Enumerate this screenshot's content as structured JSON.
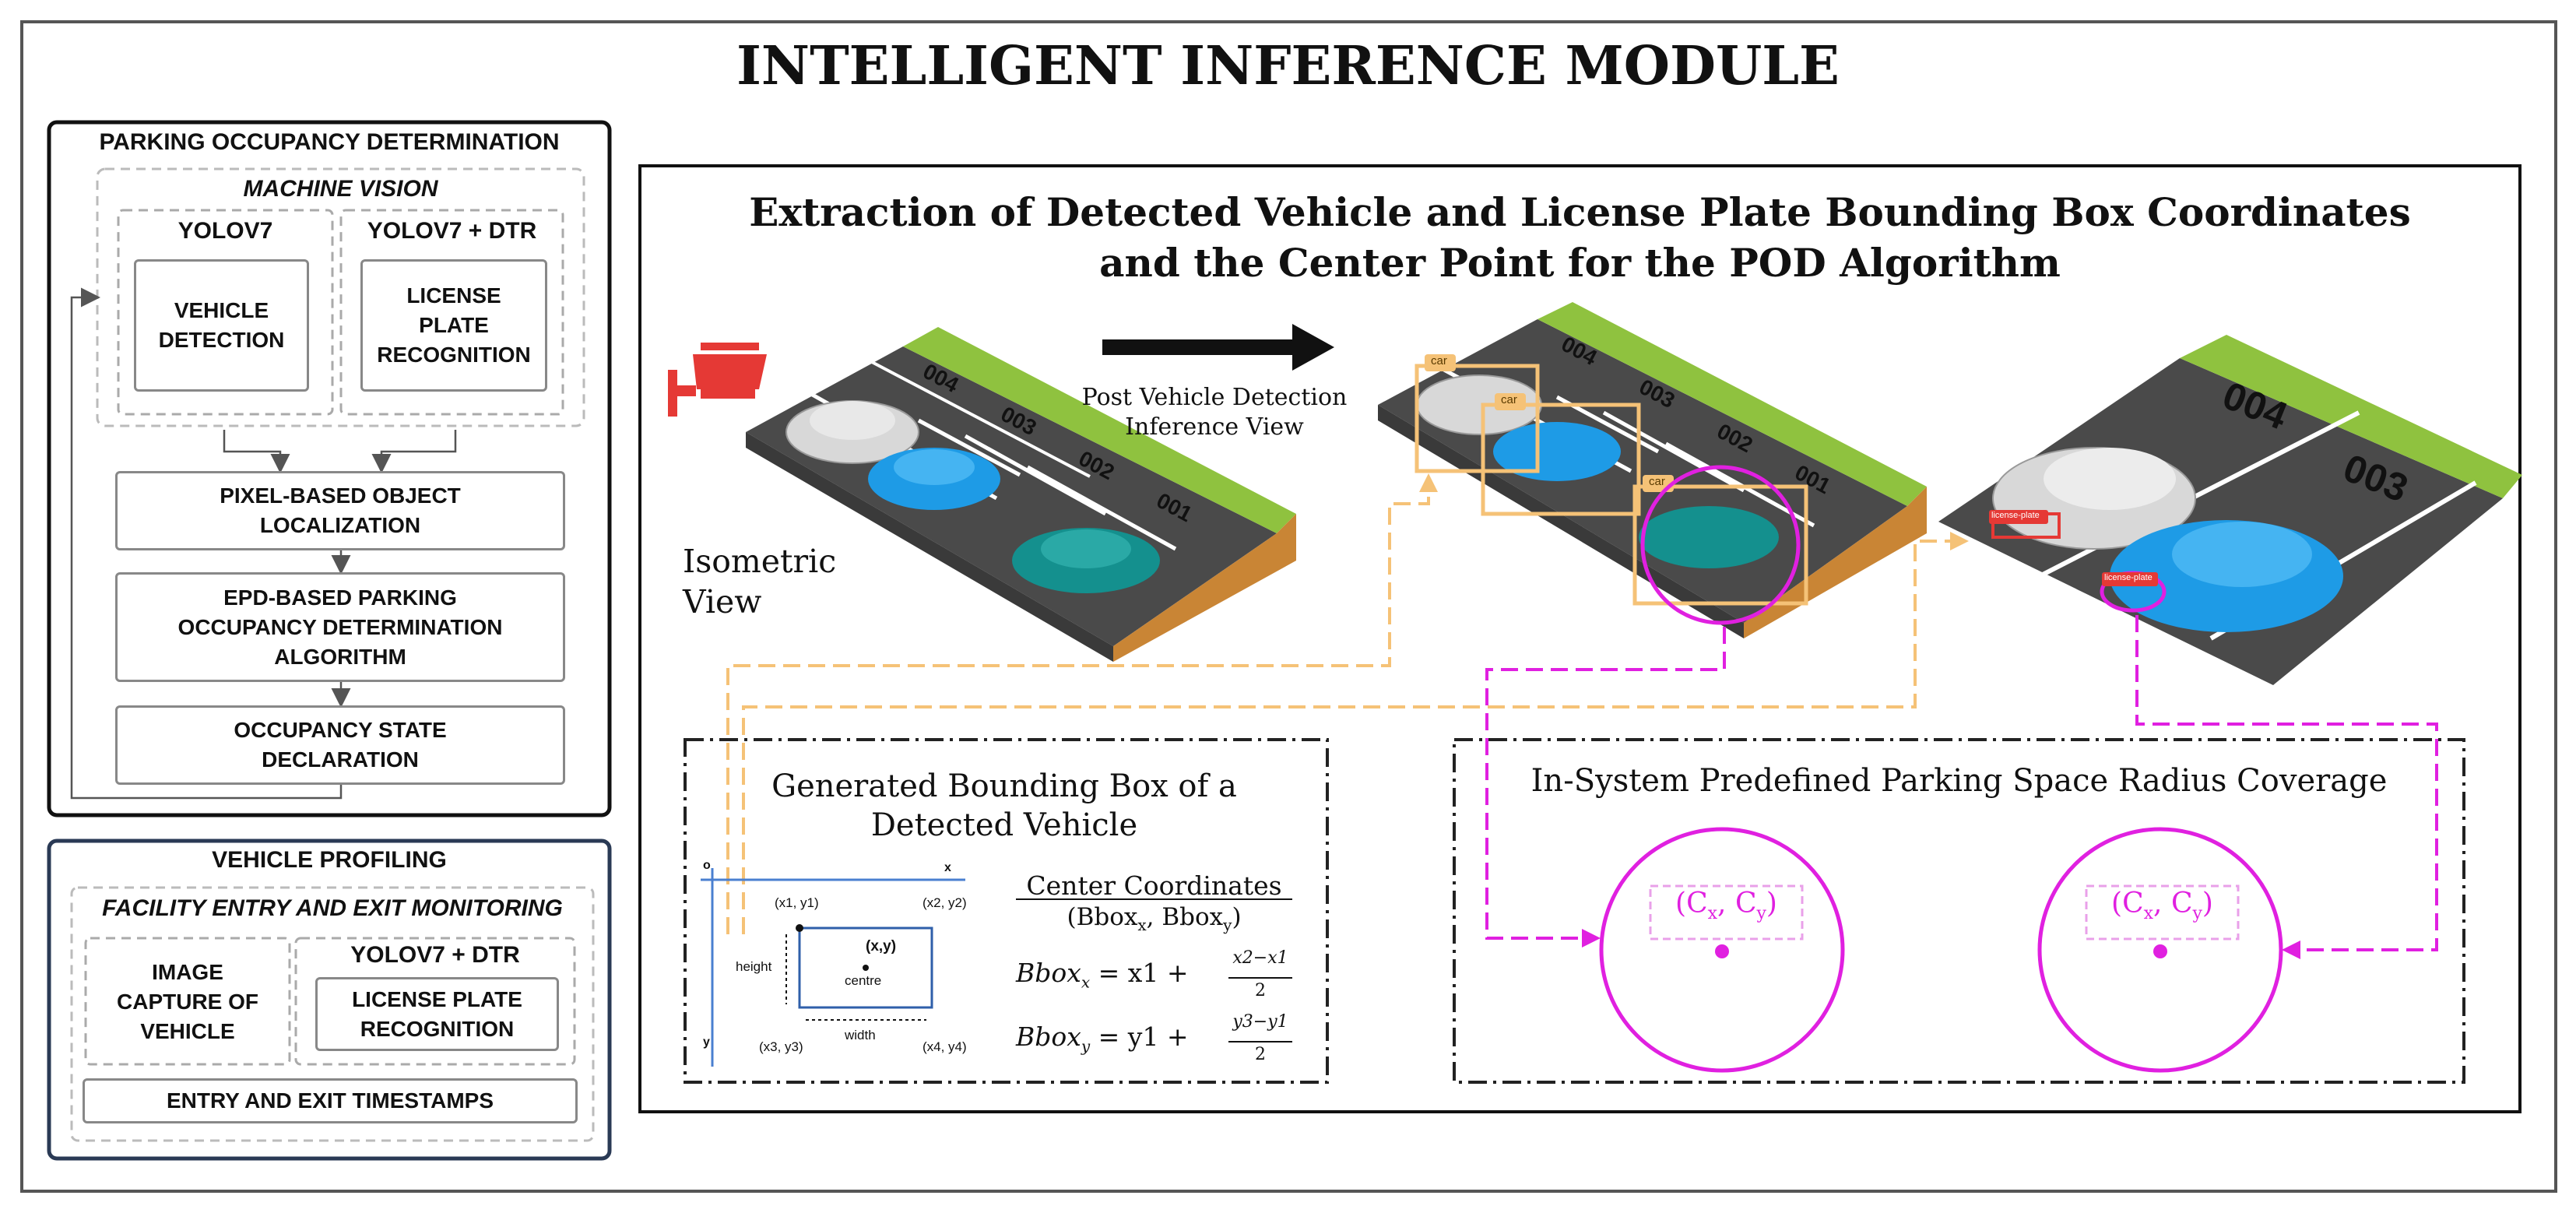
{
  "main_title": "INTELLIGENT INFERENCE MODULE",
  "pod": {
    "title": "PARKING OCCUPANCY DETERMINATION",
    "machine_vision": "MACHINE VISION",
    "yolo_left": "YOLOV7",
    "yolo_right": "YOLOV7 + DTR",
    "vehicle_detection": "VEHICLE\nDETECTION",
    "license_plate_recognition": "LICENSE\nPLATE\nRECOGNITION",
    "pixel_localization": "PIXEL-BASED OBJECT\nLOCALIZATION",
    "epd_algorithm": "EPD-BASED PARKING\nOCCUPANCY DETERMINATION\nALGORITHM",
    "occupancy_state": "OCCUPANCY STATE\nDECLARATION"
  },
  "vp": {
    "title": "VEHICLE PROFILING",
    "facility": "FACILITY ENTRY AND EXIT MONITORING",
    "image_capture": "IMAGE\nCAPTURE OF\nVEHICLE",
    "yolo_dtr": "YOLOV7 + DTR",
    "lpr": "LICENSE PLATE\nRECOGNITION",
    "timestamps": "ENTRY AND EXIT TIMESTAMPS"
  },
  "right_panel": {
    "title_line1": "Extraction of Detected Vehicle and License Plate Bounding Box Coordinates",
    "title_line2": "and the Center Point for the POD Algorithm",
    "isometric_view": "Isometric\nView",
    "post_detection": "Post Vehicle Detection\nInference View",
    "slots": [
      "004",
      "003",
      "002",
      "001"
    ],
    "car_tag": "car",
    "plate_tag": "license-plate"
  },
  "bbox_panel": {
    "title": "Generated Bounding Box of a\nDetected Vehicle",
    "origin": "o",
    "x_axis": "x",
    "y_axis": "y",
    "p1": "(x1, y1)",
    "p2": "(x2, y2)",
    "p3": "(x3, y3)",
    "p4": "(x4, y4)",
    "center_point": "(x,y)",
    "centre": "centre",
    "height": "height",
    "width": "width",
    "center_coords": "Center Coordinates",
    "bbox_x_label": "Bbox",
    "bbox_x_sub": "x",
    "bbox_y_sub": "y",
    "bbox_y_label": "Bbox",
    "eq1_lhs": "Bbox",
    "eq1_mid": " = x1 + ",
    "eq1_num": "x2−x1",
    "eq1_den": "2",
    "eq2_lhs": "Bbox",
    "eq2_mid": " = y1 + ",
    "eq2_num": "y3−y1",
    "eq2_den": "2"
  },
  "radius_panel": {
    "title": "In-System Predefined Parking Space Radius Coverage",
    "label_c": "C",
    "sub_x": "x",
    "sub_y": "y"
  },
  "colors": {
    "magenta": "#e020e0",
    "orange": "#f5c277",
    "green": "#8fc23f",
    "asphalt": "#4a4a4a",
    "blue_car": "#1e9be6",
    "teal_car": "#14908e",
    "camera_red": "#e53935"
  }
}
